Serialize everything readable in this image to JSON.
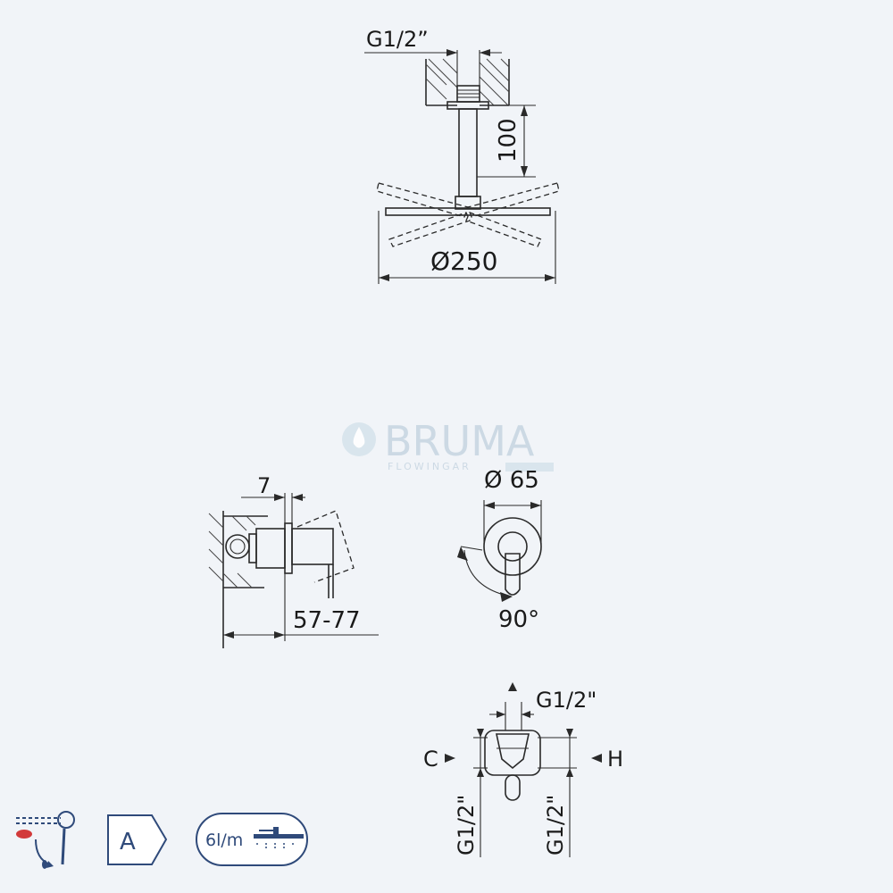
{
  "shower_head": {
    "thread_label": "G1/2”",
    "arm_length_label": "100",
    "diameter_label": "Ø250"
  },
  "mixer_side": {
    "depth_label": "7",
    "length_label": "57-77"
  },
  "mixer_front": {
    "diameter_label": "Ø 65",
    "rotation_label": "90°"
  },
  "mixer_rear": {
    "top_thread_label": "G1/2\"",
    "cold_label": "C",
    "hot_label": "H",
    "left_thread_label": "G1/2\"",
    "right_thread_label": "G1/2\""
  },
  "watermark": {
    "brand": "BRUMA",
    "tagline": "FLOWINGAR"
  },
  "badges": {
    "energy_class": "A",
    "flow_rate": "6l/m"
  },
  "colors": {
    "background": "#f1f4f8",
    "badge_blue": "#2f4a7a",
    "watermark": "#c9d7e2",
    "cold_red": "#d23a3a"
  }
}
